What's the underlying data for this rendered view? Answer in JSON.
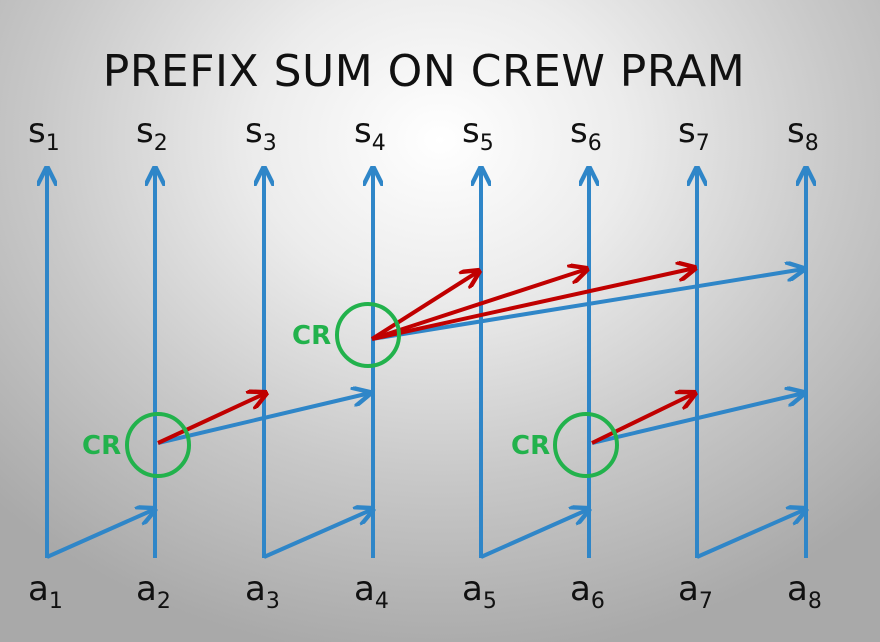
{
  "title": "PREFIX SUM ON CREW PRAM",
  "outputs": [
    {
      "base": "s",
      "sub": "1"
    },
    {
      "base": "s",
      "sub": "2"
    },
    {
      "base": "s",
      "sub": "3"
    },
    {
      "base": "s",
      "sub": "4"
    },
    {
      "base": "s",
      "sub": "5"
    },
    {
      "base": "s",
      "sub": "6"
    },
    {
      "base": "s",
      "sub": "7"
    },
    {
      "base": "s",
      "sub": "8"
    }
  ],
  "inputs": [
    {
      "base": "a",
      "sub": "1"
    },
    {
      "base": "a",
      "sub": "2"
    },
    {
      "base": "a",
      "sub": "3"
    },
    {
      "base": "a",
      "sub": "4"
    },
    {
      "base": "a",
      "sub": "5"
    },
    {
      "base": "a",
      "sub": "6"
    },
    {
      "base": "a",
      "sub": "7"
    },
    {
      "base": "a",
      "sub": "8"
    }
  ],
  "cr_label": "CR",
  "colors": {
    "blue": "#2f86c8",
    "red": "#c00000",
    "green": "#22b24c"
  }
}
